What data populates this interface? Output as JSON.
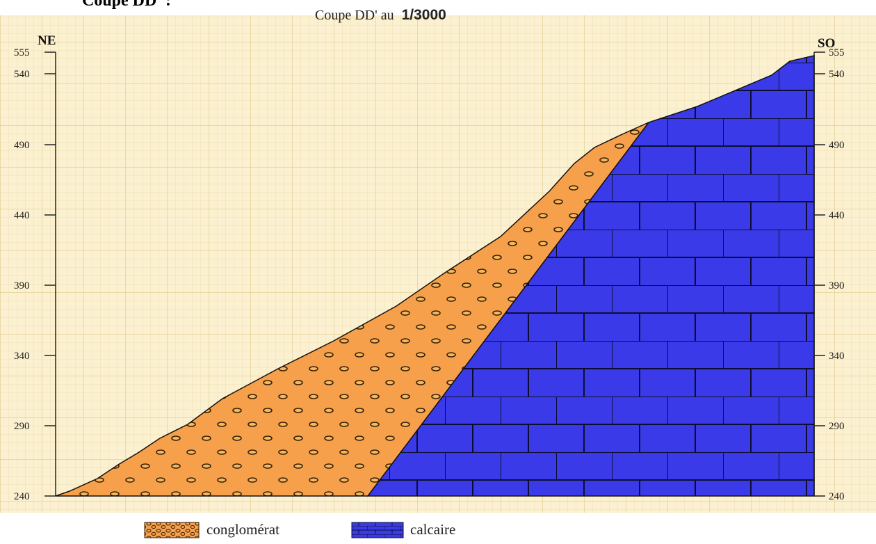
{
  "heading": "Coupe DD' :",
  "figure": {
    "title_prefix": "Coupe DD' au",
    "title_scale": "1/3000",
    "left_direction": "NE",
    "right_direction": "SO",
    "elevation_ticks": [
      "555",
      "540",
      "490",
      "440",
      "390",
      "340",
      "290",
      "240"
    ],
    "legend": [
      {
        "key": "conglomerat",
        "label": "conglomérat",
        "color": "#f7a04b"
      },
      {
        "key": "calcaire",
        "label": "calcaire",
        "color": "#3a3ae8"
      }
    ]
  },
  "colors": {
    "paper": "#fbf0cf",
    "grid": "#ead6a0",
    "conglomerat": "#f7a04b",
    "calcaire": "#3a3ae8",
    "outline": "#1a1a1a"
  }
}
